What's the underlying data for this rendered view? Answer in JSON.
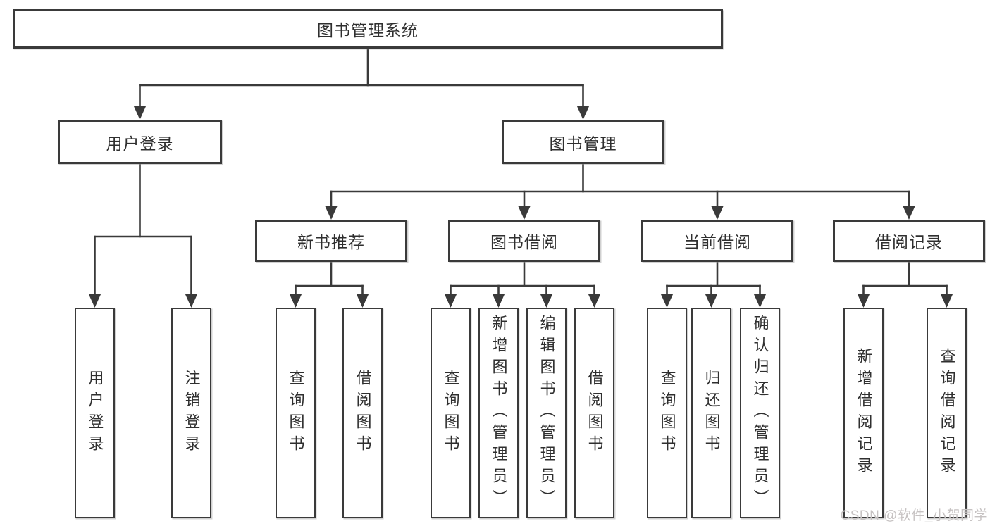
{
  "watermark": {
    "text": "CSDN @软件_小贺同学",
    "color": "#c6c2c2"
  },
  "colors": {
    "background": "#ffffff",
    "line": "#3a3a3a",
    "box_border": "#3a3a3a",
    "text": "#2f2f2f"
  },
  "tree": {
    "root": {
      "label": "图书管理系统",
      "children": [
        {
          "label": "用户登录",
          "children": [
            {
              "label": "用户登录"
            },
            {
              "label": "注销登录"
            }
          ]
        },
        {
          "label": "图书管理",
          "children": [
            {
              "label": "新书推荐",
              "children": [
                {
                  "label": "查询图书"
                },
                {
                  "label": "借阅图书"
                }
              ]
            },
            {
              "label": "图书借阅",
              "children": [
                {
                  "label": "查询图书"
                },
                {
                  "label": "新增图书（管理员）"
                },
                {
                  "label": "编辑图书（管理员）"
                },
                {
                  "label": "借阅图书"
                }
              ]
            },
            {
              "label": "当前借阅",
              "children": [
                {
                  "label": "查询图书"
                },
                {
                  "label": "归还图书"
                },
                {
                  "label": "确认归还（管理员）"
                }
              ]
            },
            {
              "label": "借阅记录",
              "children": [
                {
                  "label": "新增借阅记录"
                },
                {
                  "label": "查询借阅记录"
                }
              ]
            }
          ]
        }
      ]
    }
  }
}
